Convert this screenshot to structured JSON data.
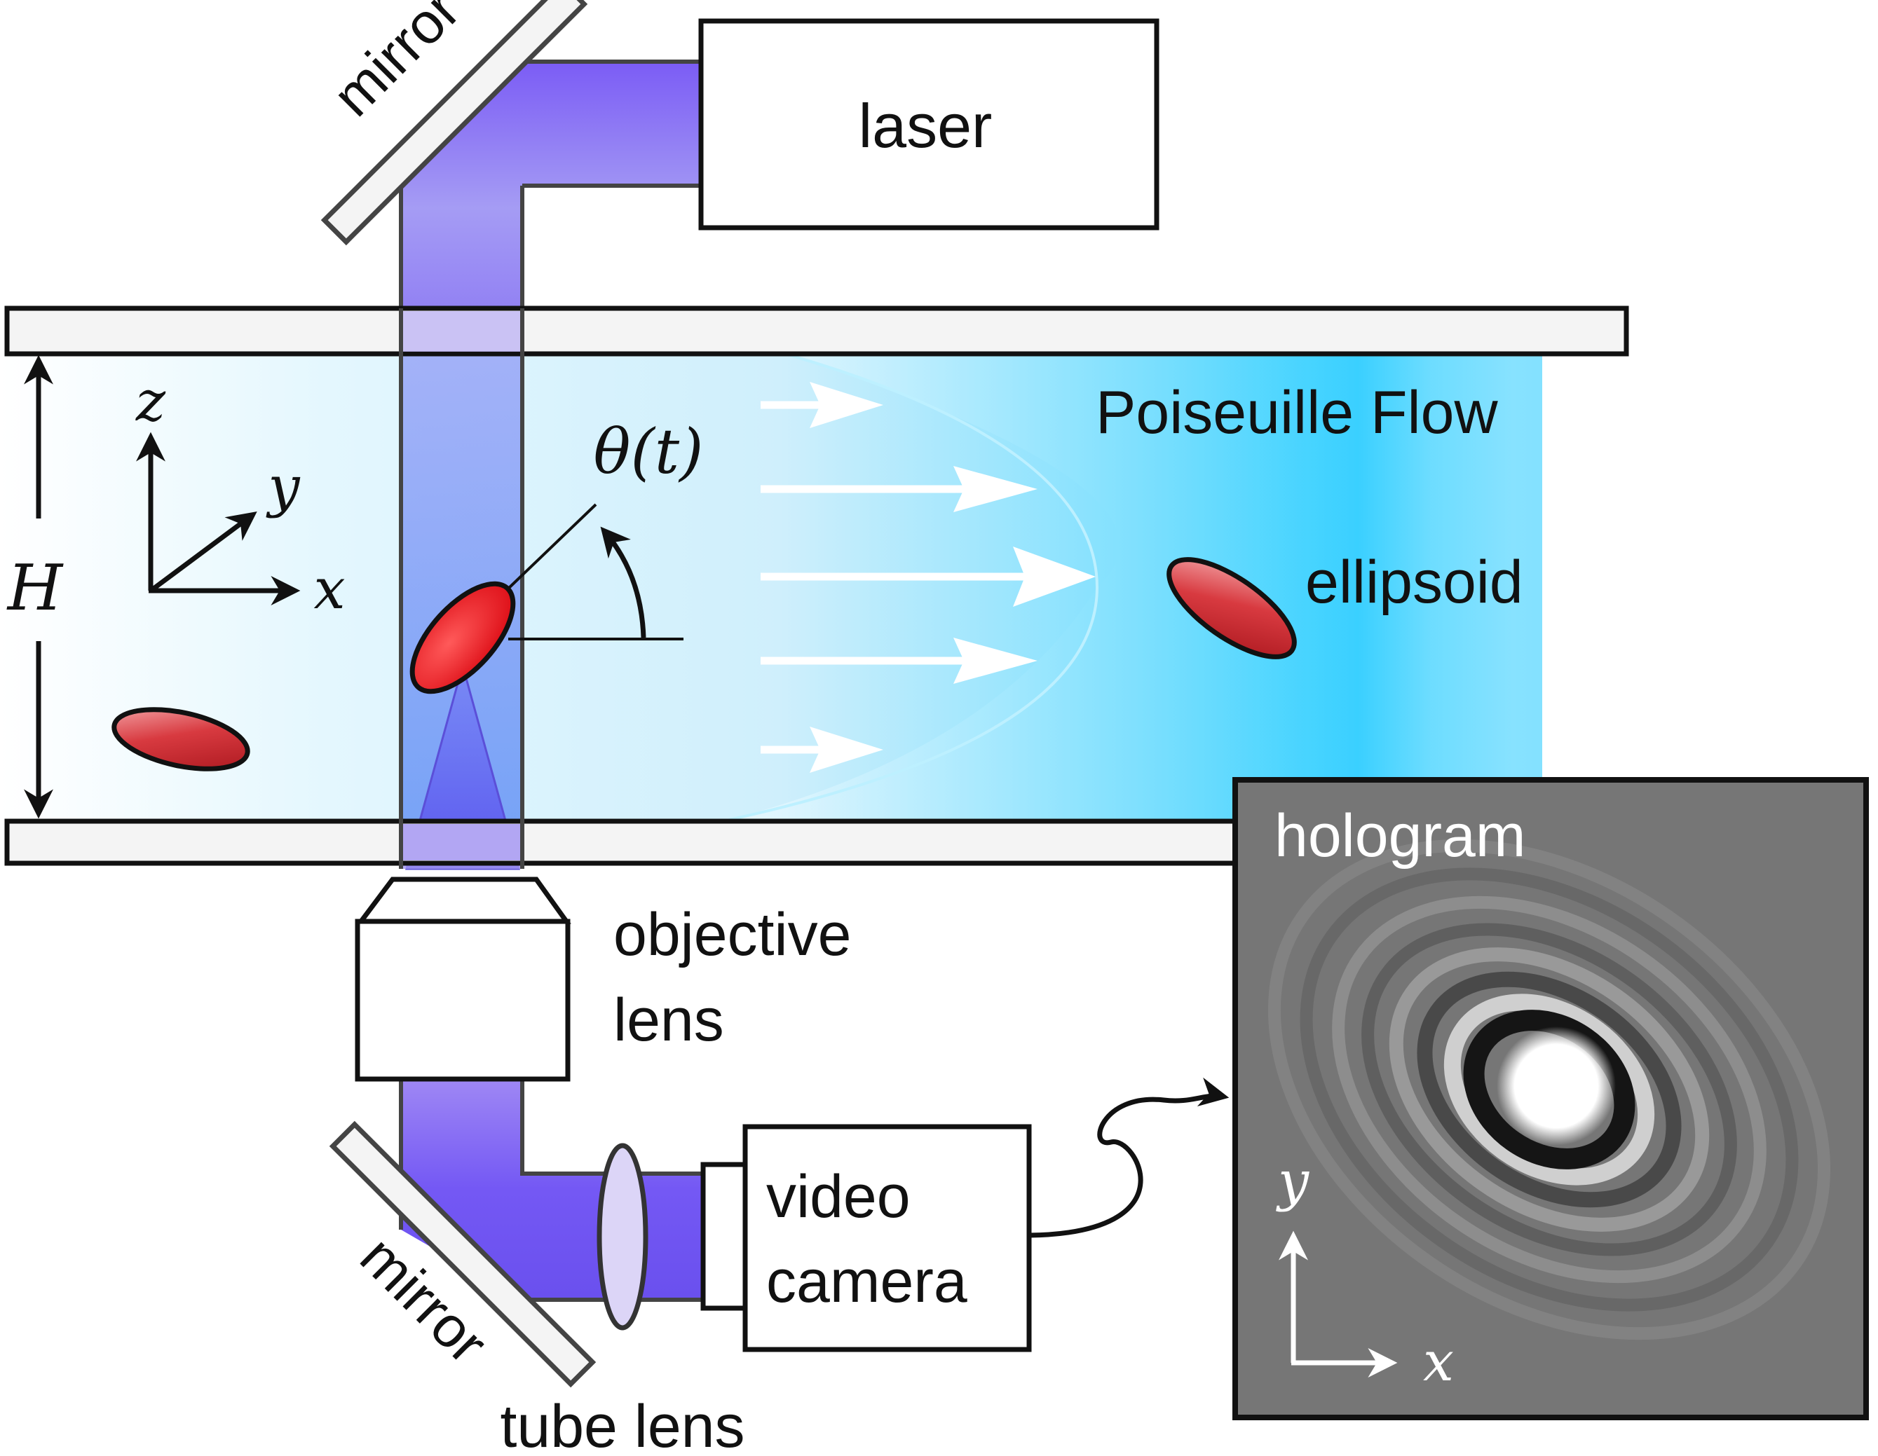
{
  "labels": {
    "laser": "laser",
    "mirror_top": "mirror",
    "mirror_bottom": "mirror",
    "poiseuille_flow": "Poiseuille Flow",
    "ellipsoid": "ellipsoid",
    "hologram": "hologram",
    "objective_line1": "objective",
    "objective_line2": "lens",
    "camera_line1": "video",
    "camera_line2": "camera",
    "tube_lens": "tube lens",
    "angle": "θ(t)",
    "height": "H",
    "axis_z": "z",
    "axis_y": "y",
    "axis_x": "x",
    "holo_axis_y": "y",
    "holo_axis_x": "x"
  },
  "colors": {
    "laser_beam": "#7b5cf5",
    "flow_water": "#29d0ff",
    "ellipsoid": "#d8262c",
    "hologram_bg": "#777777",
    "outline": "#111111",
    "wall_fill": "#f4f4f4"
  }
}
